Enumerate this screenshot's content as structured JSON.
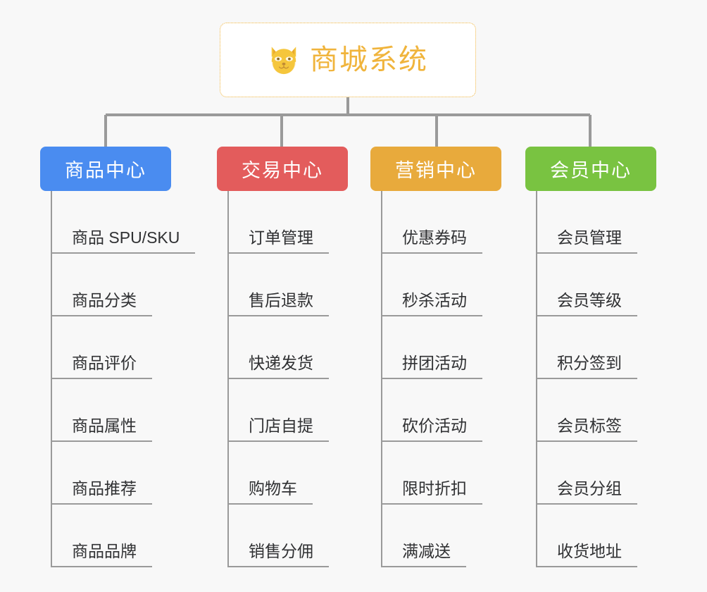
{
  "diagram": {
    "title": "商城系统",
    "type": "mind-map",
    "background_color": "#f8f8f8",
    "connector_color": "#9a9a9a",
    "root": {
      "label": "商城系统",
      "icon": "dog-face-icon",
      "text_color": "#f0b43c",
      "border_color": "#f0b43c",
      "background_color": "#ffffff"
    },
    "branches": [
      {
        "label": "商品中心",
        "color": "#4a8cf0",
        "items": [
          "商品 SPU/SKU",
          "商品分类",
          "商品评价",
          "商品属性",
          "商品推荐",
          "商品品牌"
        ]
      },
      {
        "label": "交易中心",
        "color": "#e35c5c",
        "items": [
          "订单管理",
          "售后退款",
          "快递发货",
          "门店自提",
          "购物车",
          "销售分佣"
        ]
      },
      {
        "label": "营销中心",
        "color": "#e8aa3c",
        "items": [
          "优惠券码",
          "秒杀活动",
          "拼团活动",
          "砍价活动",
          "限时折扣",
          "满减送"
        ]
      },
      {
        "label": "会员中心",
        "color": "#79c341",
        "items": [
          "会员管理",
          "会员等级",
          "积分签到",
          "会员标签",
          "会员分组",
          "收货地址"
        ]
      }
    ]
  }
}
